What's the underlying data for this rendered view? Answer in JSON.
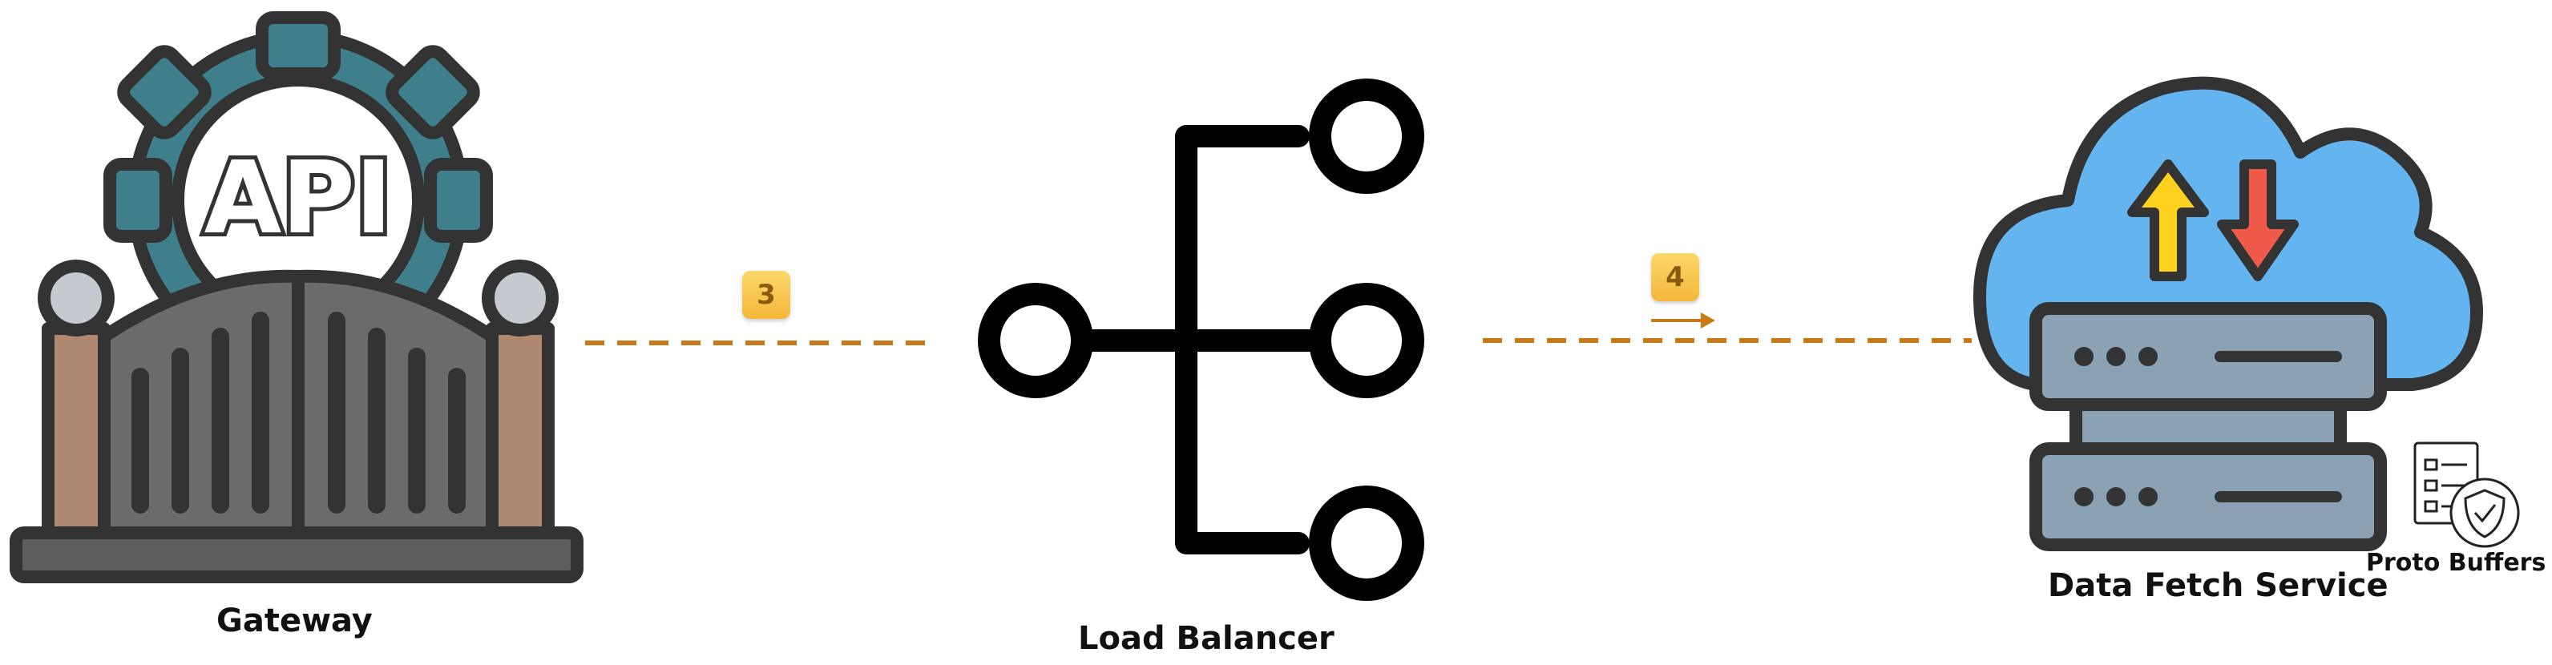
{
  "nodes": {
    "gateway": {
      "label": "Gateway",
      "icon": "api-gate-icon"
    },
    "load_balancer": {
      "label": "Load Balancer",
      "icon": "load-balancer-icon"
    },
    "data_fetch_service": {
      "label": "Data Fetch Service",
      "icon": "cloud-server-icon"
    },
    "proto_buffers": {
      "label": "Proto Buffers",
      "icon": "document-shield-icon"
    }
  },
  "api_sign_text": "API",
  "edges": [
    {
      "from": "gateway",
      "to": "load_balancer",
      "step": "3",
      "style": "dashed"
    },
    {
      "from": "load_balancer",
      "to": "data_fetch_service",
      "step": "4",
      "style": "dashed"
    }
  ],
  "colors": {
    "edge": "#c77a1c",
    "step_badge": "#f6c148",
    "gear": "#3f7f8c",
    "cloud": "#64b4f0",
    "server": "#8aa2b4",
    "arrow_up": "#ffd21f",
    "arrow_down": "#f05a4a"
  }
}
